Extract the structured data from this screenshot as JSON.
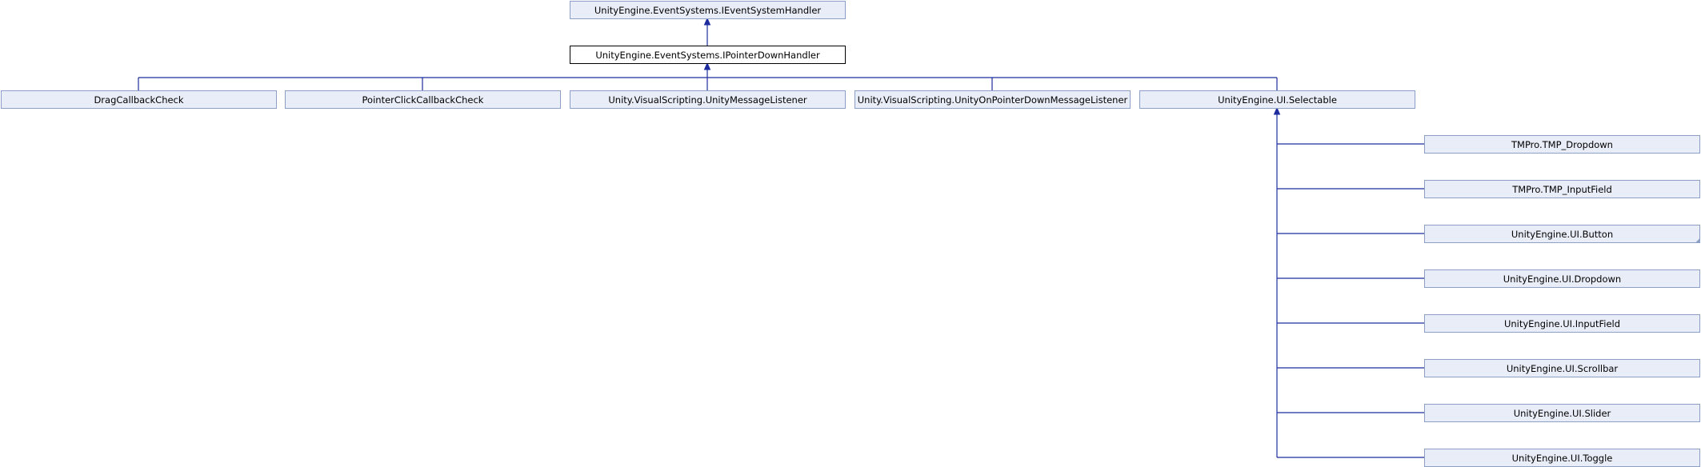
{
  "diagram": {
    "type": "class-inheritance",
    "nodes": [
      {
        "id": "ieventsystemhandler",
        "label": "UnityEngine.EventSystems.IEventSystemHandler",
        "current": false
      },
      {
        "id": "ipointerdownhandler",
        "label": "UnityEngine.EventSystems.IPointerDownHandler",
        "current": true
      },
      {
        "id": "dragcallbackcheck",
        "label": "DragCallbackCheck",
        "current": false
      },
      {
        "id": "pointerclickcallbackcheck",
        "label": "PointerClickCallbackCheck",
        "current": false
      },
      {
        "id": "unitymessagelistener",
        "label": "Unity.VisualScripting.UnityMessageListener",
        "current": false
      },
      {
        "id": "unityonpointerdownmessagelistener",
        "label": "Unity.VisualScripting.UnityOnPointerDownMessageListener",
        "current": false
      },
      {
        "id": "selectable",
        "label": "UnityEngine.UI.Selectable",
        "current": false
      },
      {
        "id": "tmp-dropdown",
        "label": "TMPro.TMP_Dropdown",
        "current": false
      },
      {
        "id": "tmp-inputfield",
        "label": "TMPro.TMP_InputField",
        "current": false
      },
      {
        "id": "button",
        "label": "UnityEngine.UI.Button",
        "current": false,
        "has_more": true
      },
      {
        "id": "dropdown",
        "label": "UnityEngine.UI.Dropdown",
        "current": false
      },
      {
        "id": "inputfield",
        "label": "UnityEngine.UI.InputField",
        "current": false
      },
      {
        "id": "scrollbar",
        "label": "UnityEngine.UI.Scrollbar",
        "current": false
      },
      {
        "id": "slider",
        "label": "UnityEngine.UI.Slider",
        "current": false
      },
      {
        "id": "toggle",
        "label": "UnityEngine.UI.Toggle",
        "current": false
      }
    ],
    "edges": [
      {
        "from": "ipointerdownhandler",
        "to": "ieventsystemhandler"
      },
      {
        "from": "dragcallbackcheck",
        "to": "ipointerdownhandler"
      },
      {
        "from": "pointerclickcallbackcheck",
        "to": "ipointerdownhandler"
      },
      {
        "from": "unitymessagelistener",
        "to": "ipointerdownhandler"
      },
      {
        "from": "unityonpointerdownmessagelistener",
        "to": "ipointerdownhandler"
      },
      {
        "from": "selectable",
        "to": "ipointerdownhandler"
      },
      {
        "from": "tmp-dropdown",
        "to": "selectable"
      },
      {
        "from": "tmp-inputfield",
        "to": "selectable"
      },
      {
        "from": "button",
        "to": "selectable"
      },
      {
        "from": "dropdown",
        "to": "selectable"
      },
      {
        "from": "inputfield",
        "to": "selectable"
      },
      {
        "from": "scrollbar",
        "to": "selectable"
      },
      {
        "from": "slider",
        "to": "selectable"
      },
      {
        "from": "toggle",
        "to": "selectable"
      }
    ],
    "colors": {
      "node_fill": "#e8edf7",
      "node_border": "#8c9fc6",
      "current_fill": "#ffffff",
      "current_border": "#000000",
      "edge": "#1c2c9e"
    }
  }
}
